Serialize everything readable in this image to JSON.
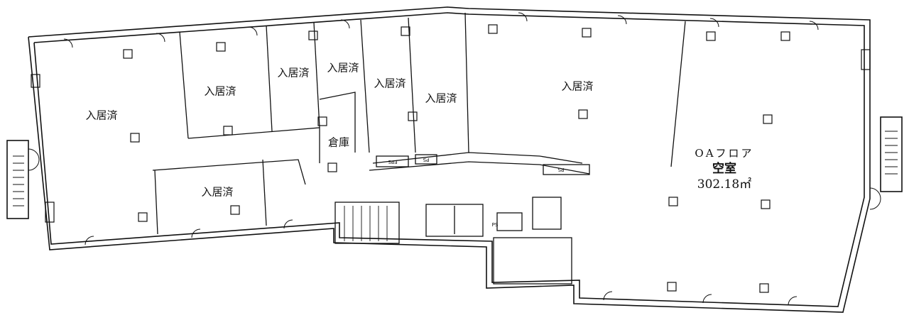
{
  "rooms": [
    {
      "label": "入居済"
    },
    {
      "label": "入居済"
    },
    {
      "label": "入居済"
    },
    {
      "label": "入居済"
    },
    {
      "label": "入居済"
    },
    {
      "label": "入居済"
    },
    {
      "label": "入居済"
    },
    {
      "label": "入居済"
    }
  ],
  "storage": {
    "label": "倉庫"
  },
  "vacant_unit": {
    "floor_type": "OAフロア",
    "status": "空室",
    "area": "302.18㎡"
  },
  "shafts": {
    "eps": "EPS",
    "ps1": "PS",
    "ps2": "PS",
    "ps3": "PS"
  }
}
